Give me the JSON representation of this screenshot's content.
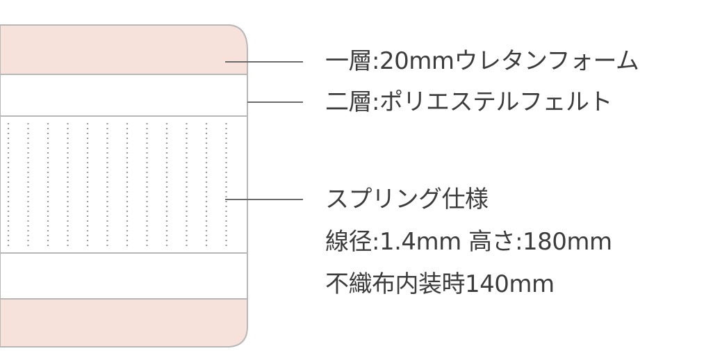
{
  "labels": {
    "layer1": "一層:20mmウレタンフォーム",
    "layer2": "二層:ポリエステルフェルト",
    "spring_title": "スプリング仕様",
    "spring_dims": "線径:1.4mm 高さ:180mm",
    "spring_fabric": "不織布内装時140mm"
  },
  "colors": {
    "urethane_fill": "#f6e2da",
    "outline": "#b7b7b7",
    "dots": "#9c9c9c",
    "leader": "#6a6a6a",
    "text": "#3c3c3c"
  }
}
